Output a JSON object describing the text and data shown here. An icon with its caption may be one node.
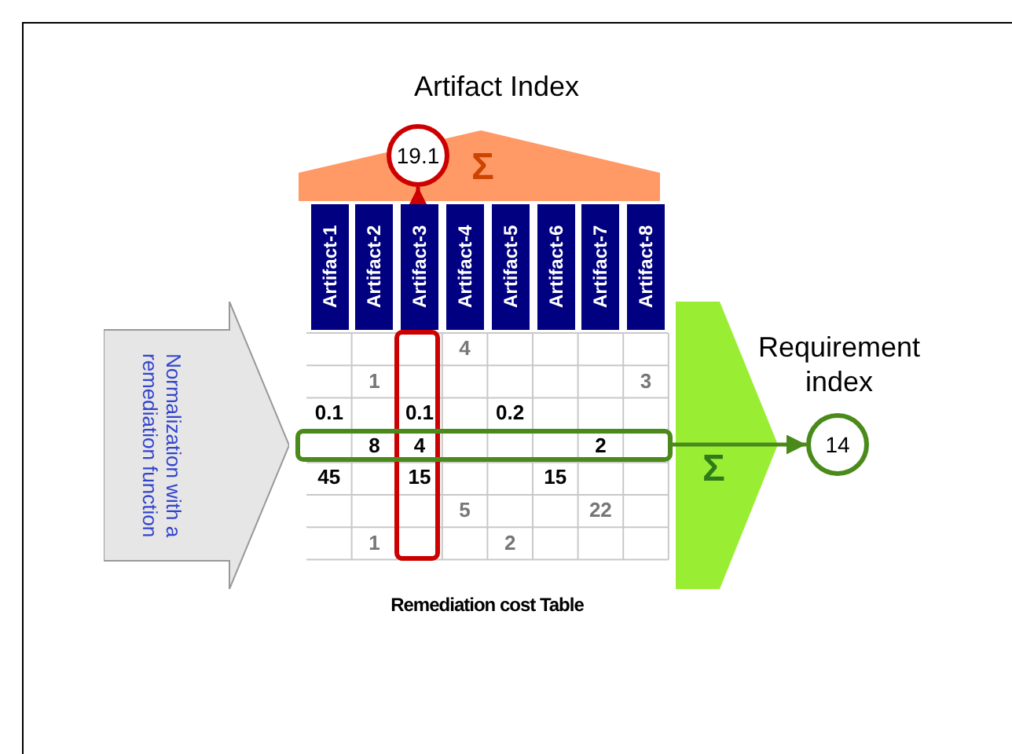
{
  "diagram": {
    "nodes": [
      {
        "text": [
          "19.1"
        ],
        "beside": [
          "Artifact Index"
        ]
      },
      {
        "text": [
          "Normalization with a remediation function"
        ]
      },
      {
        "text": [],
        "shape": "box"
      },
      {
        "text": [],
        "shape": "box"
      },
      {
        "text": [
          "14"
        ],
        "beside": [
          "Requirement index"
        ]
      }
    ],
    "edges": [
      {
        "from": 2,
        "to": 0,
        "arrow": "to",
        "color": "#cc0000"
      },
      {
        "from": 3,
        "to": 4,
        "arrow": "to",
        "color": "#4a8a1a"
      }
    ],
    "labels": [
      "Σ",
      "Artifact-1",
      "Artifact-2",
      "Artifact-3",
      "Artifact-4",
      "Artifact-5",
      "Artifact-6",
      "Artifact-7",
      "Artifact-8",
      "4",
      "1",
      "3",
      "0.1",
      "0.1",
      "0.2",
      "8",
      "4",
      "2",
      "45",
      "15",
      "15",
      "5",
      "22",
      "1",
      "2",
      "Σ",
      "Remediation cost Table"
    ]
  }
}
